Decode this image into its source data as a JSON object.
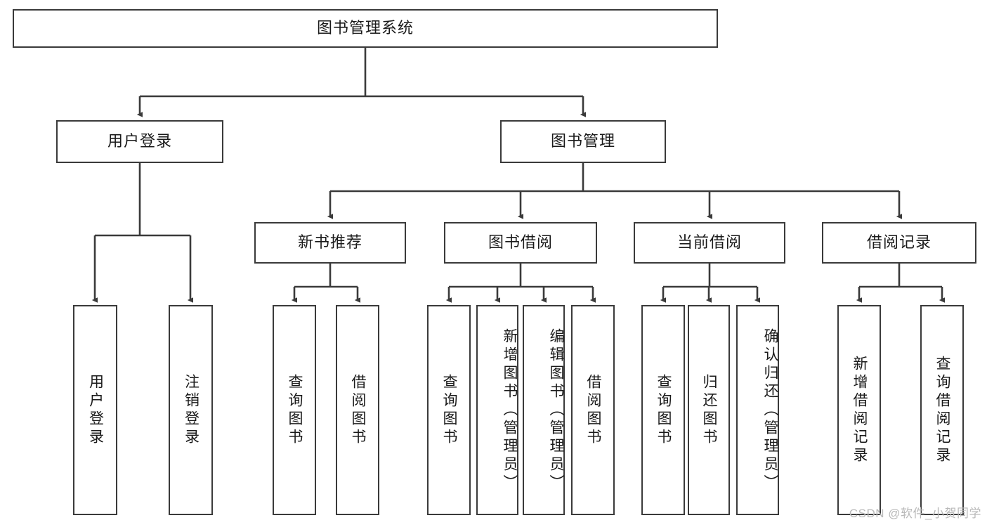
{
  "diagram": {
    "title": "图书管理系统",
    "type": "tree",
    "watermark": "CSDN @软件_小贺同学",
    "colors": {
      "stroke": "#3a3a3a",
      "box_fill": "#ffffff",
      "text": "#1a1a1a",
      "watermark": "#b9b9b9",
      "background": "#ffffff"
    },
    "levels": {
      "root": {
        "label": "图书管理系统"
      },
      "level2": [
        {
          "label": "用户登录"
        },
        {
          "label": "图书管理"
        }
      ],
      "level3": [
        {
          "label": "新书推荐"
        },
        {
          "label": "图书借阅"
        },
        {
          "label": "当前借阅"
        },
        {
          "label": "借阅记录"
        }
      ],
      "leaves": {
        "user_login": [
          {
            "label": "用户登录"
          },
          {
            "label": "注销登录"
          }
        ],
        "new_book_recommend": [
          {
            "label": "查询图书"
          },
          {
            "label": "借阅图书"
          }
        ],
        "book_borrow": [
          {
            "label": "查询图书"
          },
          {
            "label": "新增图书（管理员）"
          },
          {
            "label": "编辑图书（管理员）"
          },
          {
            "label": "借阅图书"
          }
        ],
        "current_borrow": [
          {
            "label": "查询图书"
          },
          {
            "label": "归还图书"
          },
          {
            "label": "确认归还（管理员）"
          }
        ],
        "borrow_record": [
          {
            "label": "新增借阅记录"
          },
          {
            "label": "查询借阅记录"
          }
        ]
      }
    }
  }
}
